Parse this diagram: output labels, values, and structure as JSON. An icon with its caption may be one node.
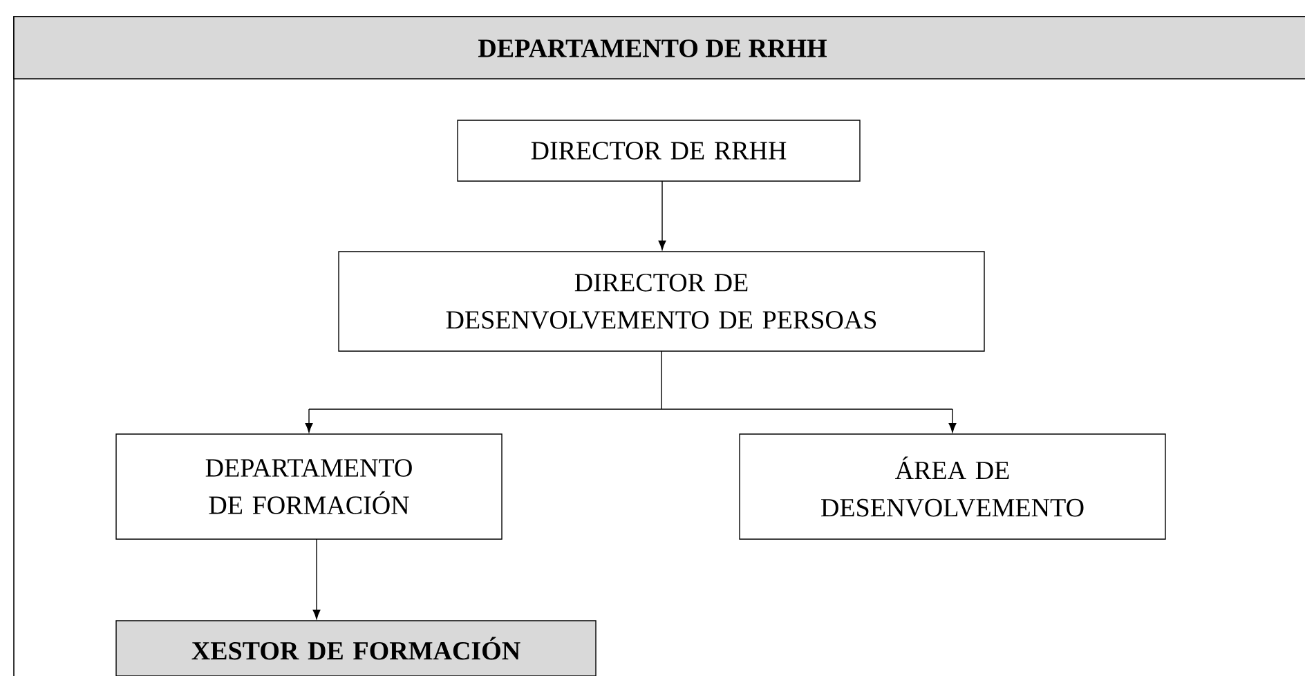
{
  "diagram": {
    "nodes": [
      {
        "text": [
          "DEPARTAMENTO DE RRHH"
        ]
      },
      {
        "text": [
          "DIRECTOR DE RRHH"
        ],
        "in": 0
      },
      {
        "text": [
          "DIRECTOR DE DESENVOLVEMENTO DE PERSOAS"
        ],
        "in": 0
      },
      {
        "text": [
          "DEPARTAMENTO DE FORMACIÓN"
        ],
        "in": 0
      },
      {
        "text": [
          "ÁREA DE DESENVOLVEMENTO"
        ],
        "in": 0
      },
      {
        "text": [
          "XESTOR DE FORMACIÓN"
        ],
        "in": 0
      }
    ],
    "edges": [
      {
        "from": 1,
        "to": 2,
        "arrow": "to"
      },
      {
        "from": 2,
        "to": 3,
        "arrow": "to"
      },
      {
        "from": 2,
        "to": 4,
        "arrow": "to"
      },
      {
        "from": 3,
        "to": 5,
        "arrow": "to"
      }
    ]
  }
}
